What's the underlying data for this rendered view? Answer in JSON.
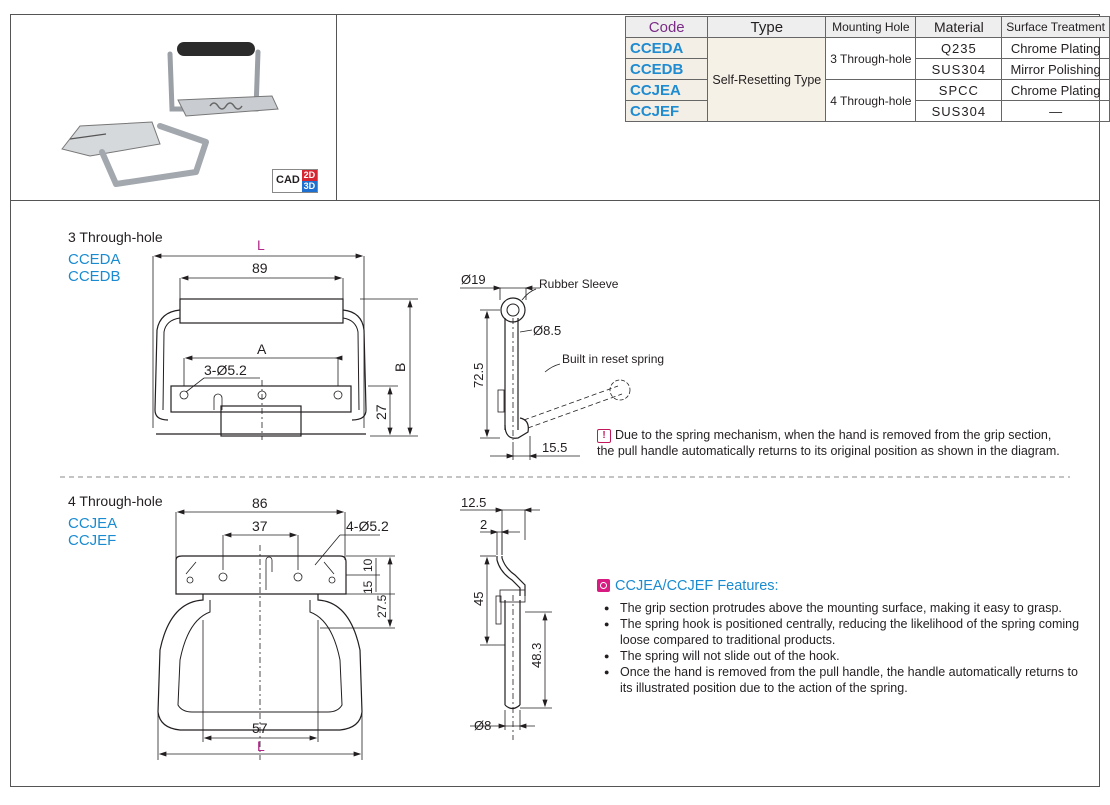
{
  "table": {
    "headers": [
      "Code",
      "Type",
      "Mounting Hole",
      "Material",
      "Surface Treatment"
    ],
    "rows": [
      {
        "code": "CCEDA",
        "material": "Q235",
        "surface": "Chrome Plating"
      },
      {
        "code": "CCEDB",
        "material": "SUS304",
        "surface": "Mirror Polishing"
      },
      {
        "code": "CCJEA",
        "material": "SPCC",
        "surface": "Chrome Plating"
      },
      {
        "code": "CCJEF",
        "material": "SUS304",
        "surface": "—"
      }
    ],
    "type_merged": "Self-Resetting Type",
    "hole_3": "3 Through-hole",
    "hole_4": "4 Through-hole"
  },
  "cad": {
    "label": "CAD",
    "d2": "2D",
    "d3": "3D"
  },
  "section3": {
    "title": "3 Through-hole",
    "codes": [
      "CCEDA",
      "CCEDB"
    ],
    "dims": {
      "L": "L",
      "w89": "89",
      "A": "A",
      "holes": "3-Ø5.2",
      "B": "B",
      "h27": "27"
    },
    "side": {
      "d19": "Ø19",
      "sleeve": "Rubber Sleeve",
      "d85": "Ø8.5",
      "h725": "72.5",
      "spring": "Built in reset spring",
      "w155": "15.5"
    }
  },
  "note": "Due to the spring mechanism, when the hand is removed from the grip section, the pull handle automatically returns to its original position as shown in the diagram.",
  "section4": {
    "title": "4 Through-hole",
    "codes": [
      "CCJEA",
      "CCJEF"
    ],
    "dims": {
      "w86": "86",
      "w37": "37",
      "holes": "4-Ø5.2",
      "h10": "10",
      "h15": "15",
      "h275": "27.5",
      "w57": "57",
      "L": "L"
    },
    "side": {
      "w125": "12.5",
      "w2": "2",
      "h45": "45",
      "h483": "48.3",
      "d8": "Ø8"
    }
  },
  "features": {
    "title": "CCJEA/CCJEF Features:",
    "items": [
      "The grip section protrudes above the mounting surface, making it easy to grasp.",
      "The spring hook is positioned centrally, reducing the likelihood of the spring coming loose compared to traditional products.",
      "The spring will not slide out of the hook.",
      "Once the hand is removed from the pull handle, the handle automatically returns to its illustrated position due to the action of the spring."
    ]
  },
  "colors": {
    "code_blue": "#1a8bd0",
    "code_header": "#7a2b86",
    "dim_magenta": "#b1288a",
    "feature_pink": "#d81b80"
  }
}
